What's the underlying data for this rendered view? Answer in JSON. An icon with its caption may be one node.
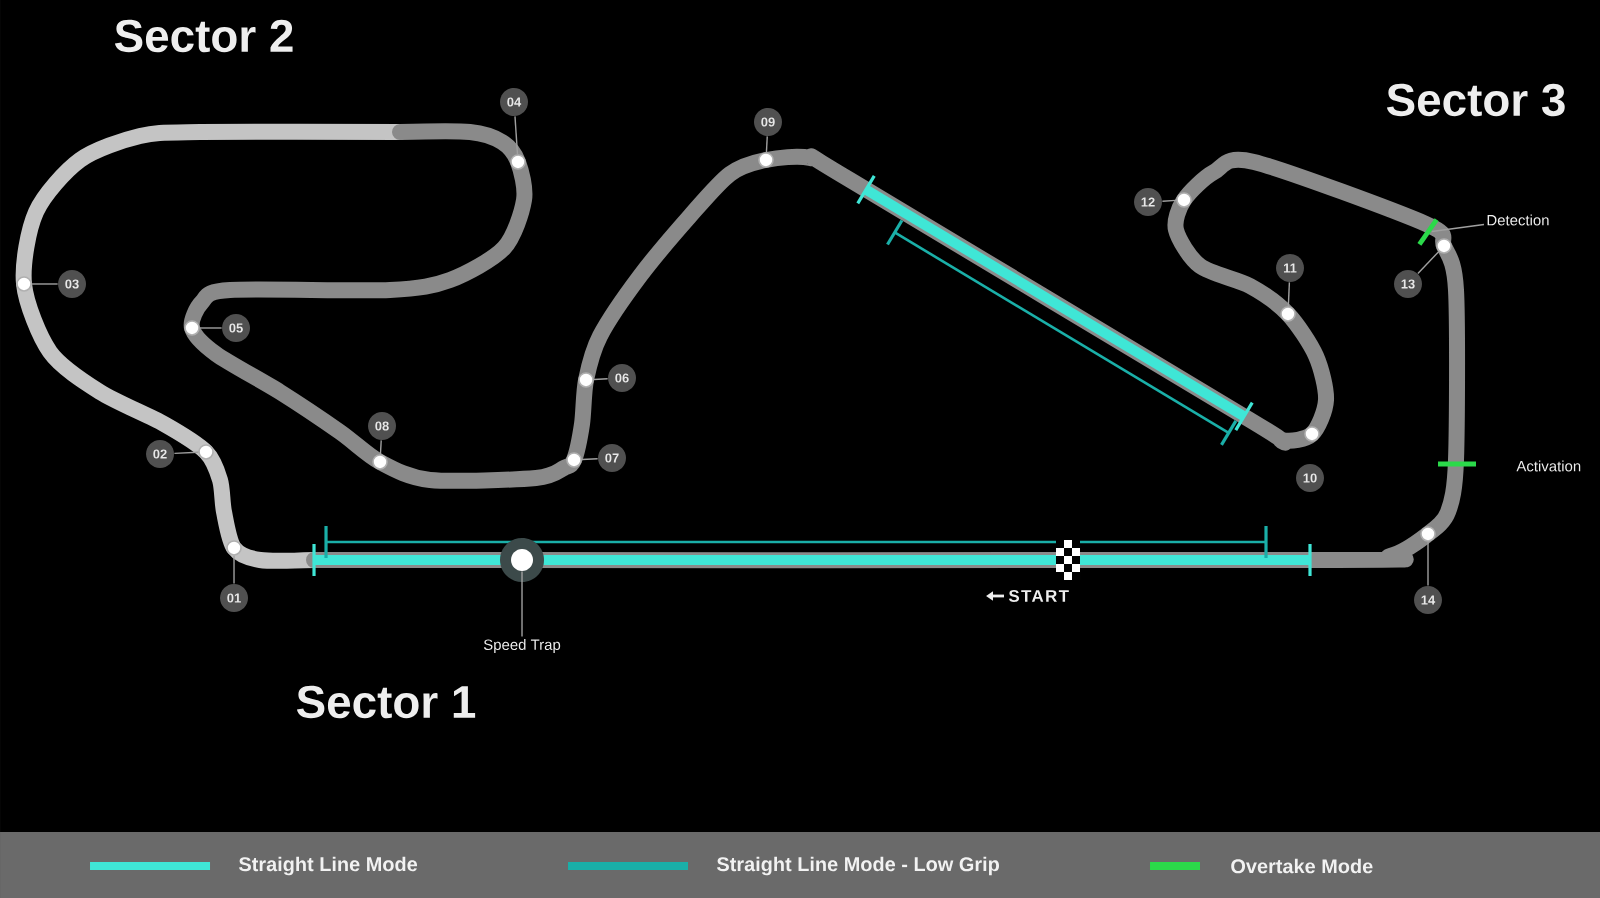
{
  "diagram": {
    "nodes": [
      {
        "text": [
          "01"
        ]
      },
      {
        "text": [
          "02"
        ]
      },
      {
        "text": [
          "03"
        ]
      },
      {
        "text": [
          "04"
        ]
      },
      {
        "text": [
          "05"
        ]
      },
      {
        "text": [
          "08"
        ]
      },
      {
        "text": [
          "07"
        ]
      },
      {
        "text": [
          "06"
        ]
      },
      {
        "text": [
          "09"
        ]
      },
      {
        "text": [
          "10"
        ]
      },
      {
        "text": [
          "11"
        ]
      },
      {
        "text": [
          "12"
        ]
      },
      {
        "text": [
          "13"
        ]
      },
      {
        "text": [
          "14"
        ]
      },
      {
        "text": [],
        "shape": "circle"
      },
      {
        "text": [],
        "shape": "circle"
      },
      {
        "text": [],
        "shape": "circle"
      },
      {
        "text": [],
        "shape": "circle"
      },
      {
        "text": [],
        "shape": "circle"
      },
      {
        "text": [],
        "shape": "circle"
      },
      {
        "text": [],
        "shape": "circle"
      },
      {
        "text": [],
        "shape": "circle"
      },
      {
        "text": [],
        "shape": "circle"
      },
      {
        "text": [],
        "shape": "circle"
      },
      {
        "text": [],
        "shape": "circle"
      },
      {
        "text": [],
        "shape": "circle"
      },
      {
        "text": [],
        "shape": "circle"
      },
      {
        "text": [
          "Speed Trap"
        ]
      },
      {
        "text": [],
        "shape": "circle"
      },
      {
        "text": [
          "Detection"
        ]
      },
      {
        "text": [],
        "shape": "bar"
      }
    ],
    "edges": [
      {
        "from": 0,
        "to": 14,
        "arrow": "none"
      },
      {
        "from": 1,
        "to": 15,
        "arrow": "none"
      },
      {
        "from": 2,
        "to": 16,
        "arrow": "none"
      },
      {
        "from": 3,
        "to": 17,
        "arrow": "none"
      },
      {
        "from": 4,
        "to": 18,
        "arrow": "none"
      },
      {
        "from": 5,
        "to": 19,
        "arrow": "none"
      },
      {
        "from": 6,
        "to": 20,
        "arrow": "none"
      },
      {
        "from": 7,
        "to": 21,
        "arrow": "none"
      },
      {
        "from": 8,
        "to": 22,
        "arrow": "none"
      },
      {
        "from": 10,
        "to": 23,
        "arrow": "none"
      },
      {
        "from": 11,
        "to": 24,
        "arrow": "none"
      },
      {
        "from": 12,
        "to": 25,
        "arrow": "none"
      },
      {
        "from": 13,
        "to": 26,
        "arrow": "none"
      },
      {
        "from": 27,
        "to": 28,
        "arrow": "none"
      },
      {
        "from": 29,
        "to": 30,
        "arrow": "none"
      }
    ],
    "labels": [
      "Sector 2",
      "Sector 3",
      "Activation",
      "START",
      "Sector 1"
    ],
    "legend": [
      {
        "text": "Straight Line Mode",
        "color": "#3fe6d6"
      },
      {
        "text": "Straight Line Mode - Low Grip",
        "color": "#1aafa8"
      },
      {
        "text": "Overtake Mode",
        "color": "#2bd94a"
      }
    ]
  }
}
